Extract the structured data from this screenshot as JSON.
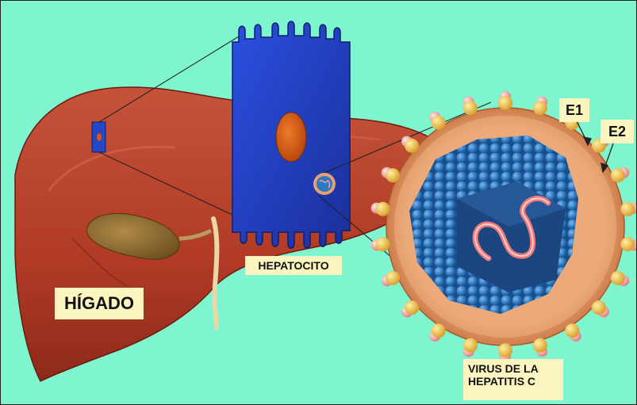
{
  "labels": {
    "liver": "HÍGADO",
    "hepatocyte": "HEPATOCITO",
    "virus_line1": "VIRUS DE LA",
    "virus_line2": "HEPATITIS C",
    "e1": "E1",
    "e2": "E2"
  },
  "colors": {
    "background": "#7ff5cf",
    "label_box": "#fdf5c0",
    "liver": "#b8402a",
    "gallbladder": "#8a6a2e",
    "hepatocyte": "#2447c8",
    "nucleus": "#d9560d",
    "capsid": "#2e78c0",
    "envelope": "#e08a4e",
    "spike_e1": "#e8b84a",
    "spike_e2": "#f4b8b8",
    "rna": "#f08080"
  }
}
